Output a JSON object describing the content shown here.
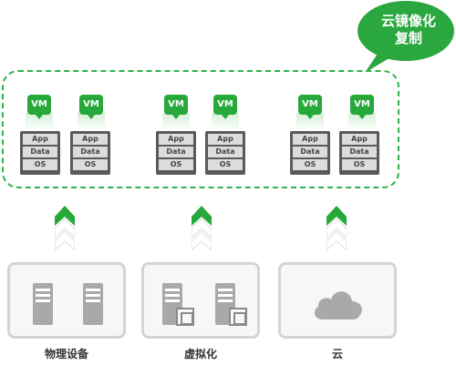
{
  "bubble": {
    "line1": "云镜像化",
    "line2": "复制"
  },
  "vm_label": "VM",
  "layers": {
    "app": "App",
    "data": "Data",
    "os": "OS"
  },
  "hosts": {
    "physical": "物理设备",
    "virtual": "虚拟化",
    "cloud": "云"
  },
  "colors": {
    "green": "#27a83b",
    "frame": "#2fb24a",
    "stack": "#5a5a5a",
    "host_border": "#d4d4d4",
    "server": "#a9a9a9"
  }
}
